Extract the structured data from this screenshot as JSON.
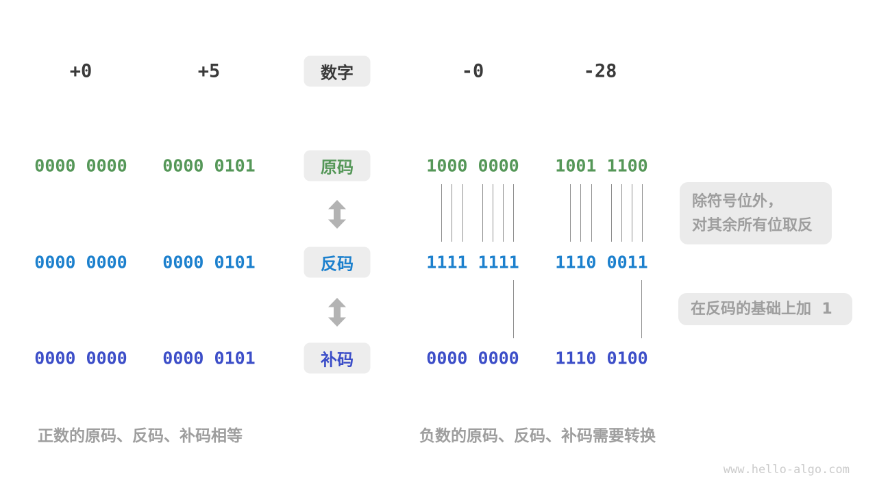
{
  "diagram_title_semantic": "sign-magnitude, ones-complement and twos-complement encодing demo",
  "columns": [
    {
      "header": "+0",
      "sign": "0000 0000",
      "ones": "0000 0000",
      "twos": "0000 0000"
    },
    {
      "header": "+5",
      "sign": "0000 0101",
      "ones": "0000 0101",
      "twos": "0000 0101"
    },
    {
      "header": "-0",
      "sign": "1000 0000",
      "ones": "1111 1111",
      "twos": "0000 0000"
    },
    {
      "header": "-28",
      "sign": "1001 1100",
      "ones": "1110 0011",
      "twos": "1110 0100"
    }
  ],
  "labels": {
    "number": "数字",
    "sign": "原码",
    "ones": "反码",
    "twos": "补码"
  },
  "notes": {
    "invert_line1": "除符号位外，",
    "invert_line2": "对其余所有位取反",
    "add_one": "在反码的基础上加  1"
  },
  "captions": {
    "positive": "正数的原码、反码、补码相等",
    "negative": "负数的原码、反码、补码需要转换"
  },
  "watermark": "www.hello-algo.com",
  "colors": {
    "sign_green": "#559758",
    "ones_blue": "#1C80CD",
    "twos_indigo": "#3C4EC8",
    "header_dark": "#3A3A3A",
    "note_gray": "#9E9E9E",
    "box_bg": "#EDEDED",
    "tick_gray": "#8E8E8E",
    "arrow_gray": "#B3B3B3"
  }
}
